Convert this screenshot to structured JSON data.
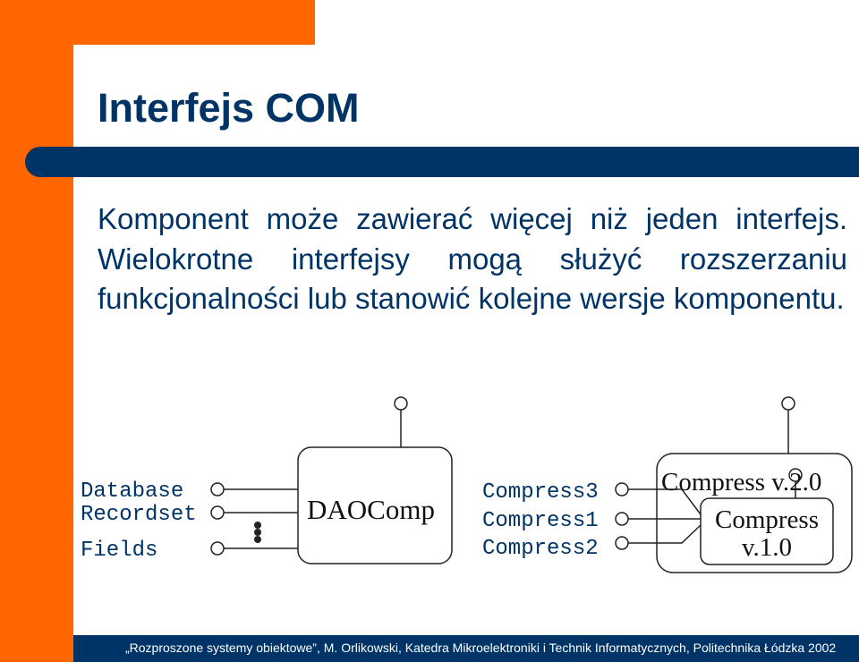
{
  "slide": {
    "title": "Interfejs COM",
    "body": "Komponent może zawierać więcej niż jeden interfejs. Wielokrotne interfejsy mogą służyć rozszerzaniu funkcjonalności lub stanowić kolejne wersje komponentu.",
    "footer": "„Rozproszone systemy obiektowe”, M. Orlikowski, Katedra Mikroelektroniki i Technik Informatycznych, Politechnika Łódzka 2002"
  },
  "diagram": {
    "left_component": {
      "name": "DAOComp",
      "interfaces": [
        "Database",
        "Recordset",
        "Fields"
      ]
    },
    "right_component": {
      "outer_name": "Compress v.2.0",
      "inner_name_line1": "Compress",
      "inner_name_line2": "v.1.0",
      "interfaces": [
        "Compress3",
        "Compress1",
        "Compress2"
      ]
    }
  },
  "colors": {
    "accent_orange": "#ff6600",
    "navy": "#003366",
    "text": "#003366"
  }
}
